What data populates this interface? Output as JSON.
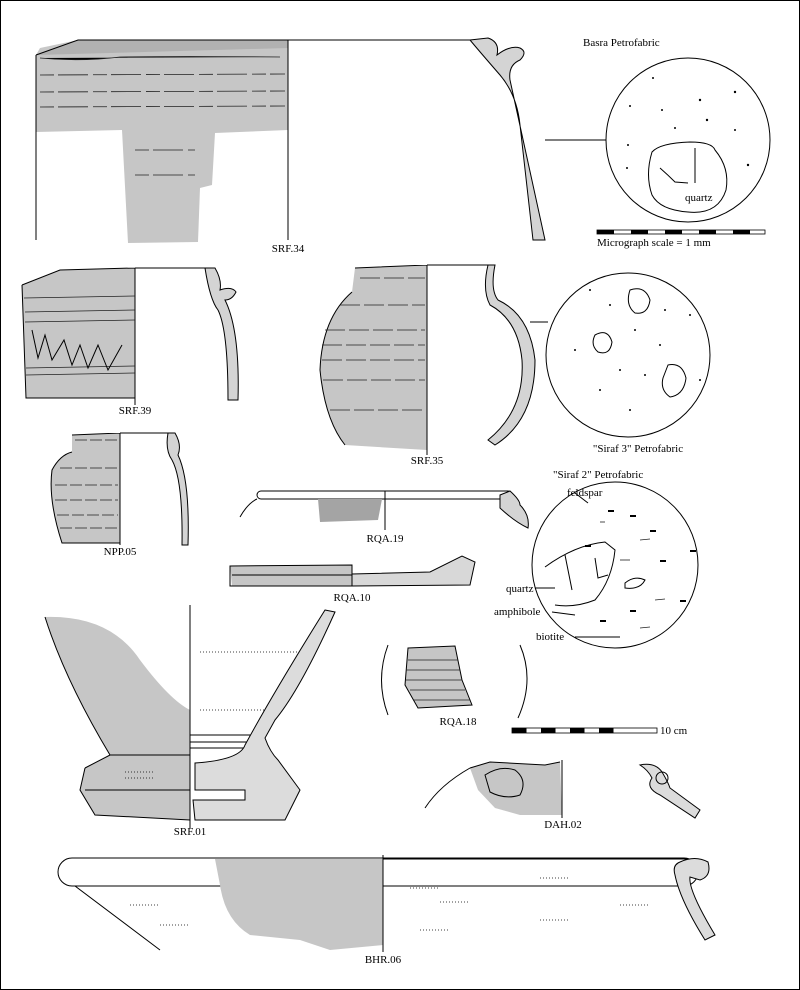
{
  "vessels": {
    "srf34": "SRF.34",
    "srf39": "SRF.39",
    "srf35": "SRF.35",
    "npp05": "NPP.05",
    "rqa19": "RQA.19",
    "rqa10": "RQA.10",
    "srf01": "SRF.01",
    "rqa18": "RQA.18",
    "dah02": "DAH.02",
    "bhr06": "BHR.06"
  },
  "petrofabrics": {
    "basra": {
      "title": "Basra Petrofabric",
      "labels": [
        "quartz"
      ]
    },
    "siraf3": {
      "title": "\"Siraf 3\" Petrofabric"
    },
    "siraf2": {
      "title": "\"Siraf 2\" Petrofabric",
      "labels": [
        "feldspar",
        "quartz",
        "amphibole",
        "biotite"
      ]
    }
  },
  "scales": {
    "micrograph": "Micrograph scale = 1 mm",
    "vessel": "10 cm"
  },
  "colors": {
    "fill": "#c6c6c6",
    "dark_fill": "#a4a4a4"
  }
}
